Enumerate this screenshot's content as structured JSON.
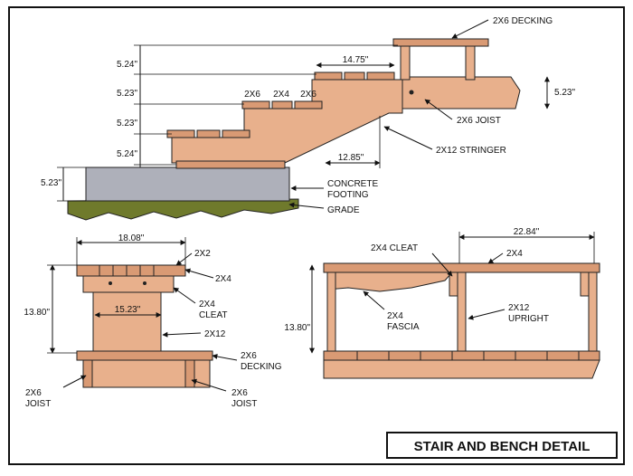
{
  "title": "STAIR AND BENCH DETAIL",
  "colors": {
    "wood": "#e8b08c",
    "wood_dark": "#d99a74",
    "concrete": "#aeb0ba",
    "grade": "#6f7a2c",
    "ink": "#111111"
  },
  "stair": {
    "labels": {
      "decking_top": "2X6 DECKING",
      "tread1": "2X6",
      "tread2": "2X4",
      "tread3": "2X6",
      "joist": "2X6 JOIST",
      "stringer": "2X12 STRINGER",
      "concrete_1": "CONCRETE",
      "concrete_2": "FOOTING",
      "grade": "GRADE"
    },
    "dims": {
      "rise1": "5.24\"",
      "rise2": "5.23\"",
      "rise3": "5.23\"",
      "rise4": "5.24\"",
      "footing": "5.23\"",
      "joist_height": "5.23\"",
      "tread_depth": "14.75\"",
      "stringer_run": "12.85\""
    }
  },
  "bench_end": {
    "labels": {
      "top": "2X2",
      "top2": "2X4",
      "cleat_1": "2X4",
      "cleat_2": "CLEAT",
      "leg": "2X12",
      "decking_1": "2X6",
      "decking_2": "DECKING",
      "joist_left_1": "2X6",
      "joist_left_2": "JOIST",
      "joist_right_1": "2X6",
      "joist_right_2": "JOIST"
    },
    "dims": {
      "width": "18.08\"",
      "inner_width": "15.23\"",
      "height": "13.80\""
    }
  },
  "bench_side": {
    "labels": {
      "cleat": "2X4 CLEAT",
      "top": "2X4",
      "fascia_1": "2X4",
      "fascia_2": "FASCIA",
      "upright_1": "2X12",
      "upright_2": "UPRIGHT"
    },
    "dims": {
      "span": "22.84\"",
      "height": "13.80\""
    }
  }
}
